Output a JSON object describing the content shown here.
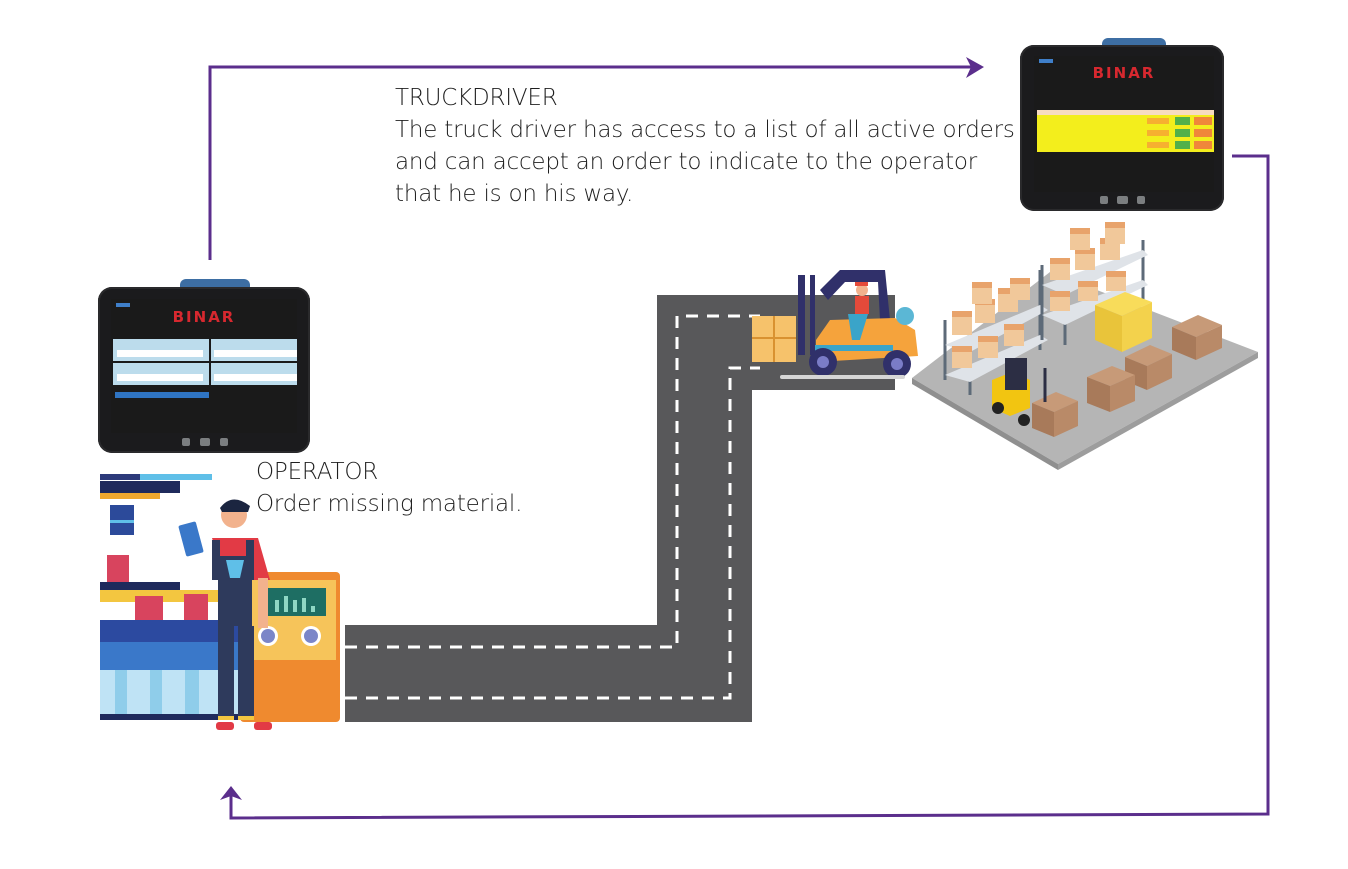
{
  "diagram": {
    "title": "Binar material ordering workflow",
    "colors": {
      "flow_arrow": "#5b2e8c",
      "road": "#58585a",
      "road_marking": "#ffffff",
      "tablet_handle": "#3d6ea3",
      "brand_red": "#d7282f",
      "order_row_yellow": "#f3ee1c",
      "accept_green": "#52b04a",
      "cancel_orange": "#f0873a",
      "form_panel_blue": "#bcdcec",
      "submit_blue": "#2f74c2"
    },
    "truckdriver": {
      "title": "TRUCKDRIVER",
      "description": "The truck driver has access to a list of all active orders and can accept an order to indicate to the operator that he is on his way."
    },
    "operator": {
      "title": "OPERATOR",
      "description": "Order missing material."
    },
    "operator_tablet": {
      "brand": "BINAR",
      "screen": "order-form",
      "form_fields": 4,
      "has_submit_button": true
    },
    "truck_tablet": {
      "brand": "BINAR",
      "screen": "active-orders-list",
      "order_rows": 3
    },
    "illustrations": [
      "operator-at-production-line",
      "forklift-with-driver",
      "warehouse-with-shelves",
      "road-path"
    ],
    "flow": [
      {
        "from": "operator",
        "to": "truckdriver",
        "label": ""
      },
      {
        "from": "truckdriver",
        "to": "operator",
        "label": ""
      }
    ]
  }
}
